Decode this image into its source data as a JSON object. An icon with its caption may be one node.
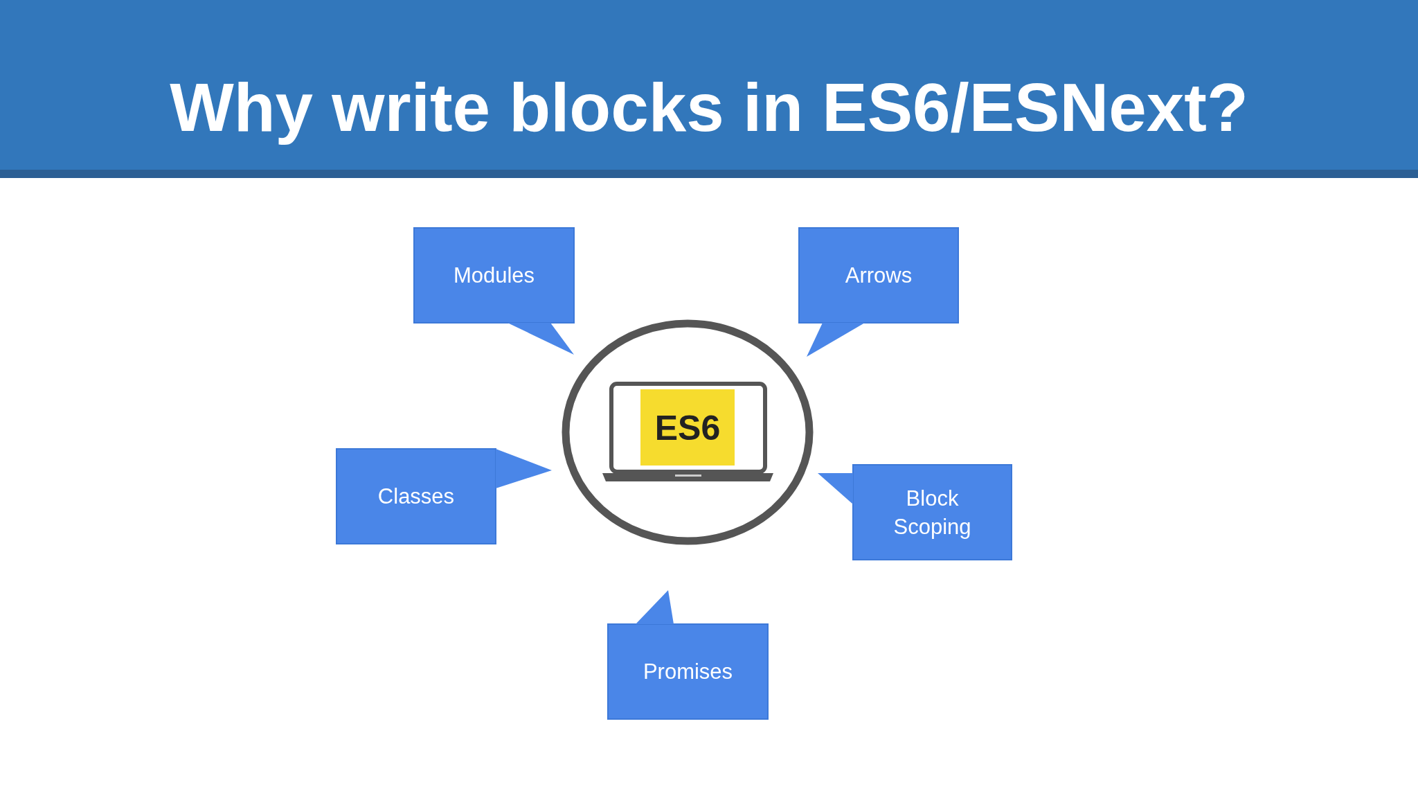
{
  "diagram": {
    "title": "Why write blocks in ES6/ESNext?",
    "nodes": [
      {
        "text": [
          "ES6"
        ]
      },
      {
        "text": [
          "Modules"
        ]
      },
      {
        "text": [
          "Arrows"
        ]
      },
      {
        "text": [
          "Classes"
        ]
      },
      {
        "text": [
          "Block Scoping"
        ]
      },
      {
        "text": [
          "Promises"
        ]
      }
    ]
  }
}
